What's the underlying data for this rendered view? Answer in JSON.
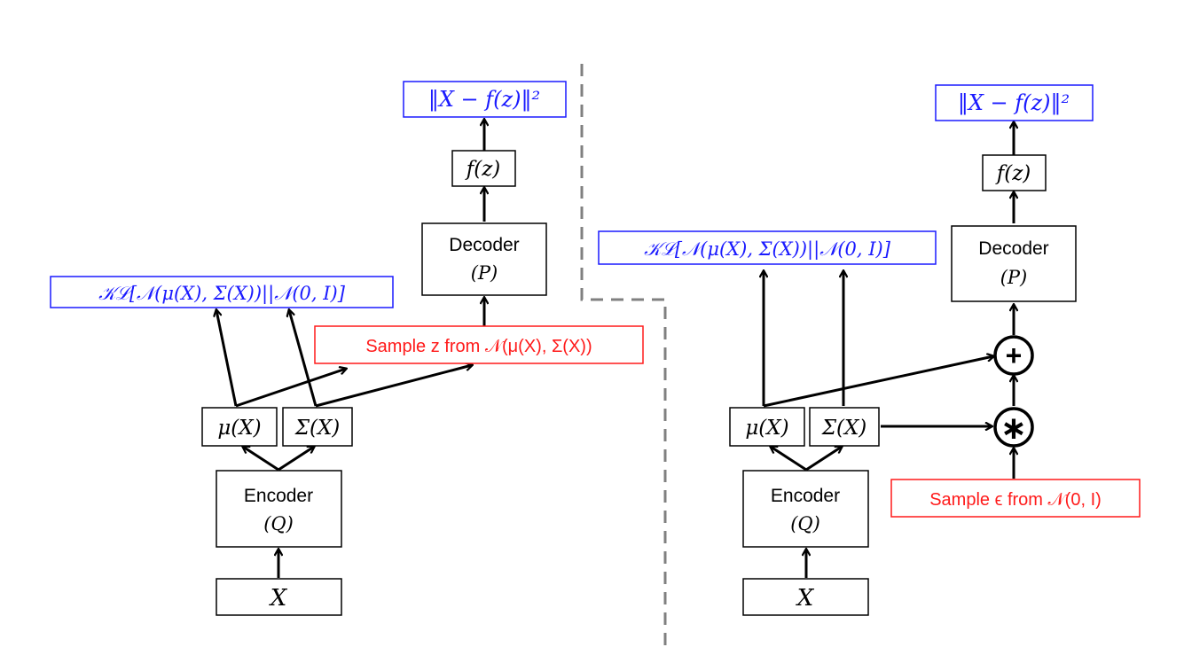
{
  "colors": {
    "loss": "#1a1aff",
    "sample": "#ff1a1a",
    "line": "#000000",
    "divider": "#808080"
  },
  "left": {
    "x_label": "X",
    "encoder_label": "Encoder",
    "encoder_param": "(Q)",
    "mu_label": "μ(X)",
    "sigma_label": "Σ(X)",
    "kl_label": "𝒦ℒ[𝒩(μ(X), Σ(X))||𝒩(0, I)]",
    "sample_label": "Sample z from 𝒩(μ(X), Σ(X))",
    "decoder_label": "Decoder",
    "decoder_param": "(P)",
    "fz_label": "f(z)",
    "loss_label": "‖X − f(z)‖²"
  },
  "right": {
    "x_label": "X",
    "encoder_label": "Encoder",
    "encoder_param": "(Q)",
    "mu_label": "μ(X)",
    "sigma_label": "Σ(X)",
    "kl_label": "𝒦ℒ[𝒩(μ(X), Σ(X))||𝒩(0, I)]",
    "sample_label": "Sample ϵ from 𝒩(0, I)",
    "plus_symbol": "+",
    "times_symbol": "∗",
    "decoder_label": "Decoder",
    "decoder_param": "(P)",
    "fz_label": "f(z)",
    "loss_label": "‖X − f(z)‖²"
  }
}
